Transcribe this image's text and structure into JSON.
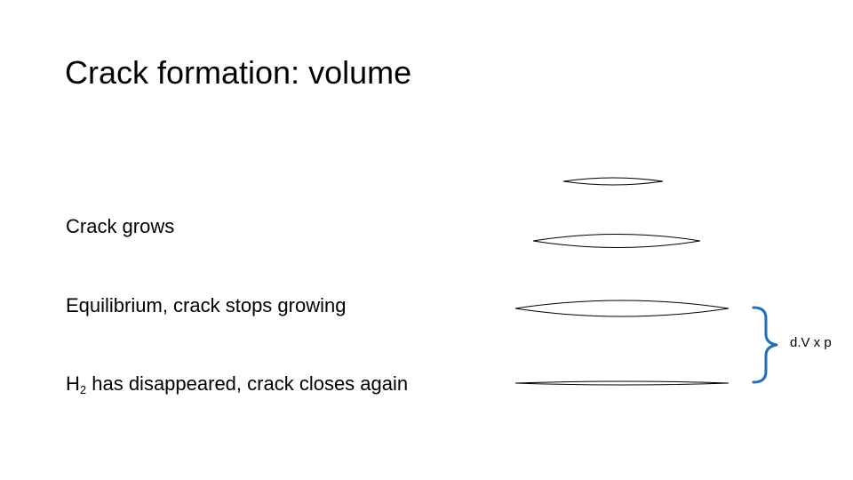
{
  "slide": {
    "title": "Crack formation: volume",
    "stages": [
      {
        "label": "Crack grows"
      },
      {
        "label": "Equilibrium, crack stops growing"
      },
      {
        "label_main": "H",
        "label_sub": "2",
        "label_rest": " has disappeared, crack closes again"
      }
    ],
    "brace_label": "d.V x p",
    "colors": {
      "brace": "#1f6fbf",
      "crack_stroke": "#000000",
      "background": "#ffffff"
    }
  }
}
